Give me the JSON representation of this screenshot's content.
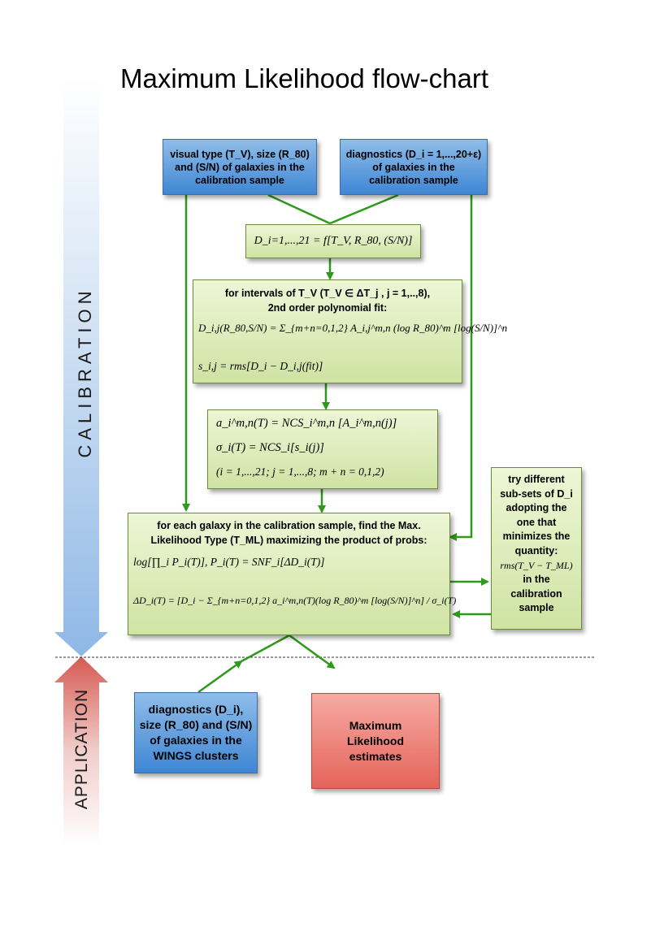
{
  "title": "Maximum Likelihood flow-chart",
  "side_labels": {
    "calibration": "CALIBRATION",
    "application": "APPLICATION"
  },
  "boxes": {
    "visual_type": "visual type (T_V), size (R_80)\nand (S/N) of galaxies in the\ncalibration sample",
    "diagnostics_cal": "diagnostics (D_i = 1,...,20+ε)\nof galaxies in the\ncalibration sample",
    "relation": "D_i=1,...,21 = f[T_V, R_80, (S/N)]",
    "poly_fit": {
      "line1": "for intervals of T_V (T_V ∈ ΔT_j , j = 1,..,8),",
      "line2": "2nd order polynomial fit:",
      "eq1": "D_i,j(R_80,S/N) = Σ_{m+n=0,1,2} A_i,j^m,n (log R_80)^m [log(S/N)]^n",
      "eq2": "s_i,j = rms[D_i − D_i,j(fit)]"
    },
    "ncs": {
      "eq1": "a_i^m,n(T) = NCS_i^m,n [A_i^m,n(j)]",
      "eq2": "σ_i(T) = NCS_i[s_i(j)]",
      "eq3": "(i = 1,...,21; j = 1,...,8; m + n = 0,1,2)"
    },
    "likelihood": {
      "line1": "for each galaxy in the calibration sample, find the Max.",
      "line2": "Likelihood Type (T_ML) maximizing the product of probs:",
      "eq1": "log[∏_i P_i(T)],   P_i(T) = SNF_i[ΔD_i(T)]",
      "eq2": "ΔD_i(T) = [D_i − Σ_{m+n=0,1,2} a_i^m,n(T)(log R_80)^m [log(S/N)]^n] / σ_i(T)"
    },
    "subsets": {
      "text": "try different\nsub-sets of D_i\nadopting the\none that\nminimizes the\nquantity:",
      "eq": "rms(T_V − T_ML)",
      "tail": "in the\ncalibration\nsample"
    },
    "diagnostics_wings": "diagnostics (D_i),\nsize (R_80) and (S/N)\nof galaxies in the\nWINGS clusters",
    "ml_estimates": "Maximum\nLikelihood\nestimates"
  },
  "colors": {
    "calibration_arrow": "#9cc2ea",
    "application_arrow": "#d9625a",
    "flow_arrows": "#2e9a1b",
    "blue_box": "#4a8fd8",
    "green_box": "#d6e8ad",
    "red_box": "#e96d62"
  }
}
